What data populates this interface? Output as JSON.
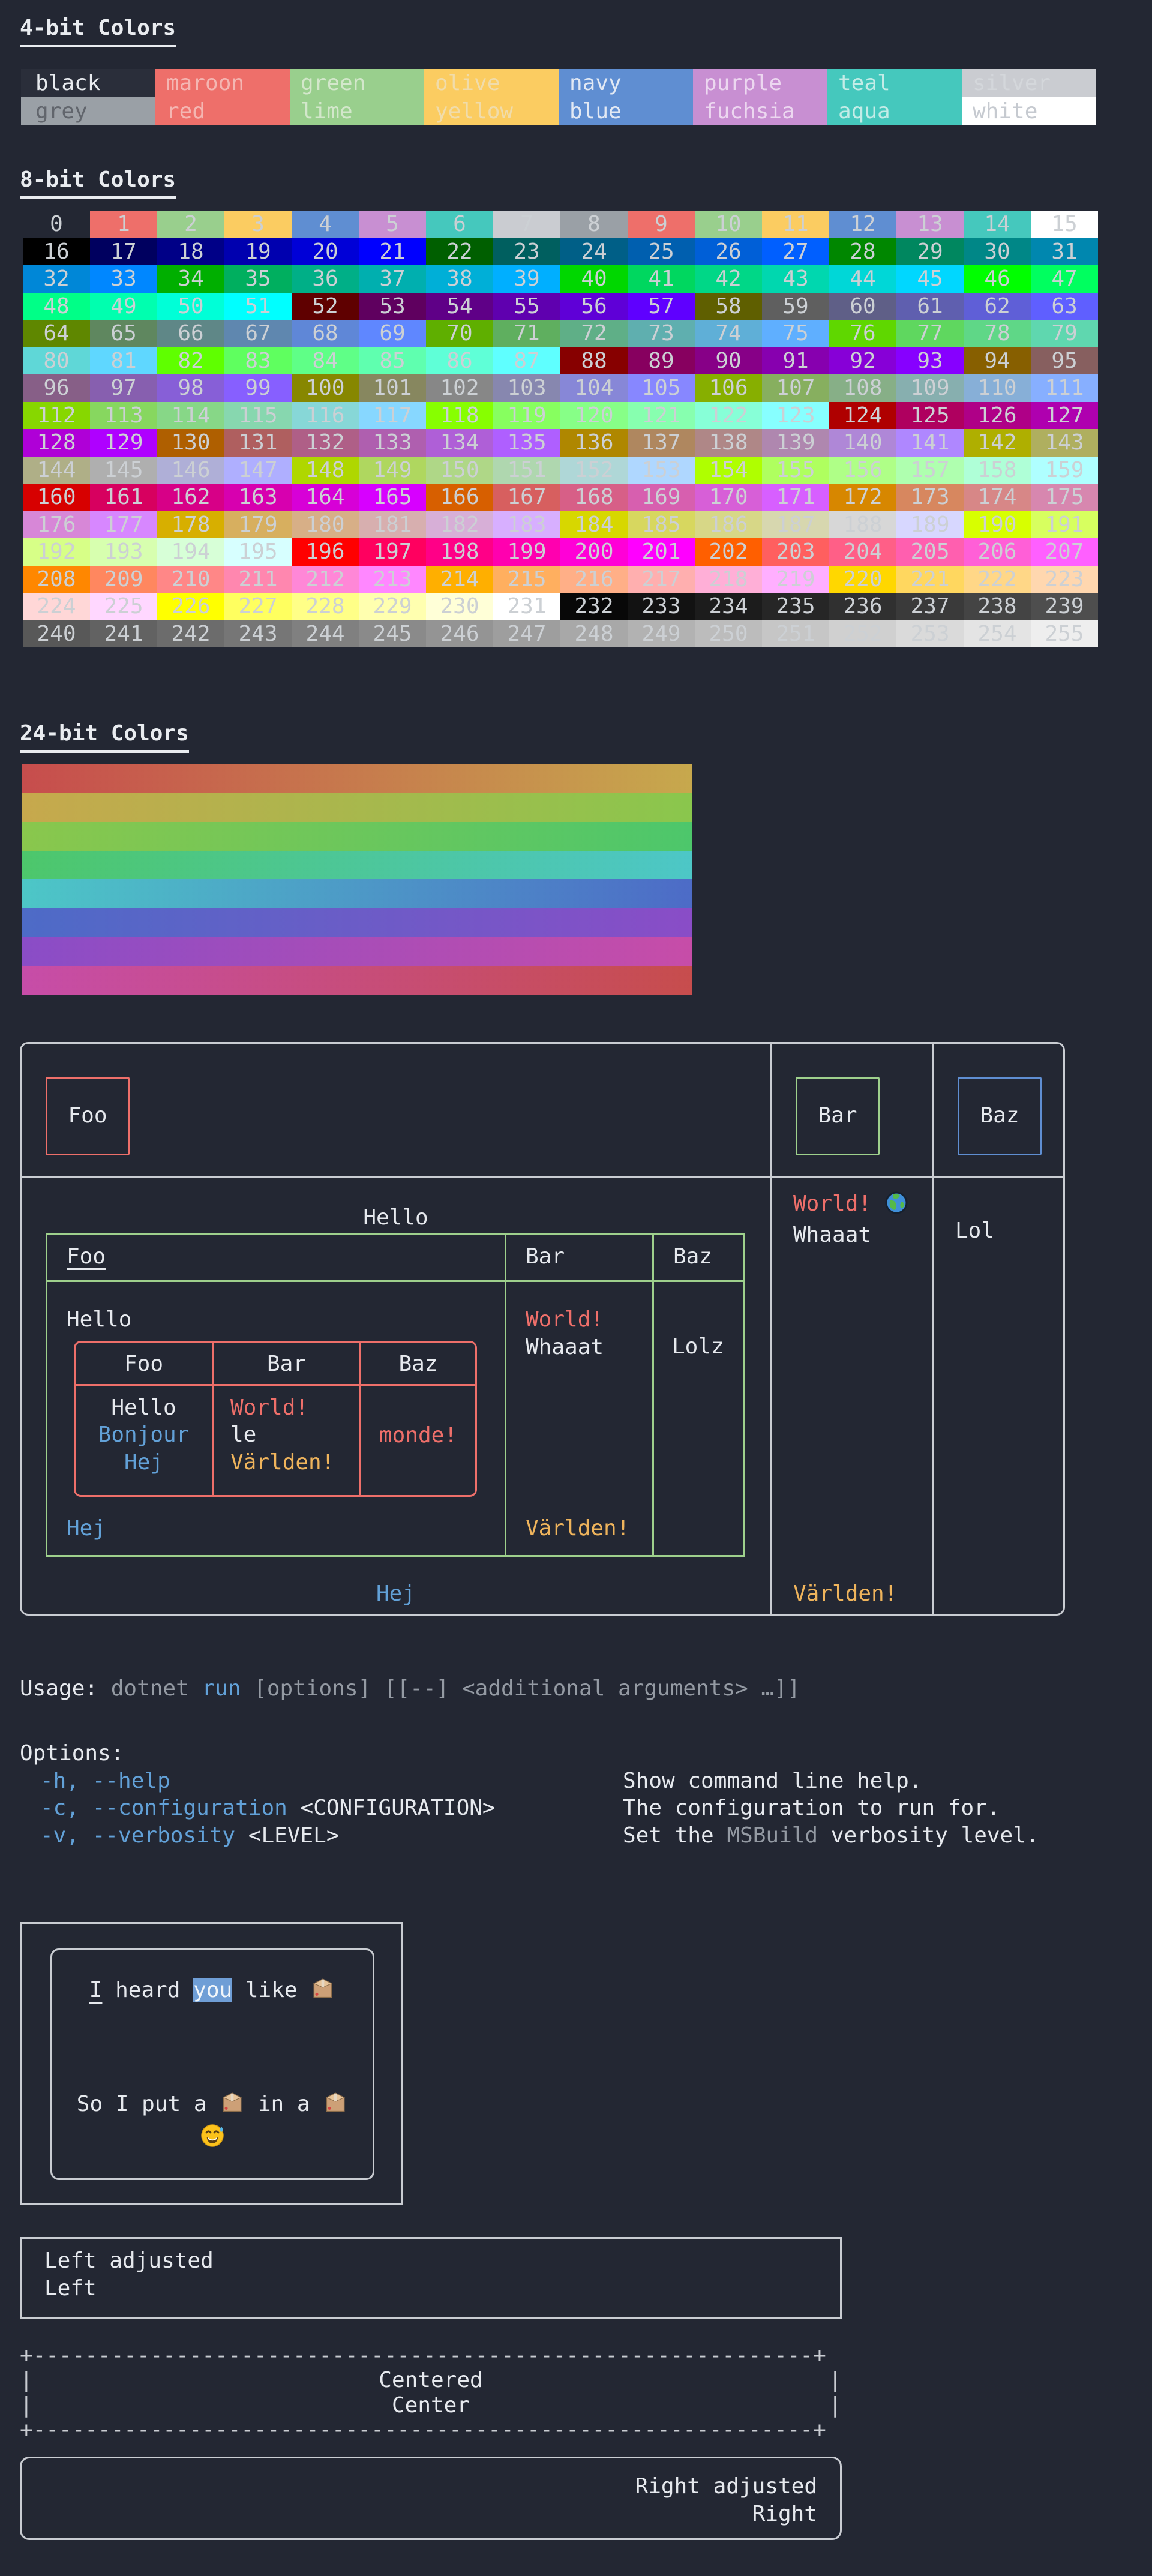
{
  "colors": {
    "background": "#232733",
    "foreground": "#e6e9ee",
    "muted_grey": "#949aa3",
    "accent_blue": "#62a1d8",
    "accent_red": "#ee6f6a",
    "accent_yellow": "#efb45c",
    "border_grey": "#c9ccd2",
    "border_green": "#9ed08c",
    "border_blue": "#5f8ed2",
    "highlight_bg": "#6f9ed6",
    "grid_number_color": "#ccd0d4"
  },
  "four_bit": {
    "title": "4-bit Colors",
    "rows": [
      [
        {
          "label": "black",
          "bg": "#2a2e3a",
          "fg": "#e8ebef"
        },
        {
          "label": "maroon",
          "bg": "#ee6f6a",
          "fg": "#f4b6b2"
        },
        {
          "label": "green",
          "bg": "#99cf8d",
          "fg": "#d3e7cb"
        },
        {
          "label": "olive",
          "bg": "#fbcc61",
          "fg": "#f0dcab"
        },
        {
          "label": "navy",
          "bg": "#5f8ed2",
          "fg": "#e2e9f4"
        },
        {
          "label": "purple",
          "bg": "#c88fd2",
          "fg": "#ecd7f0"
        },
        {
          "label": "teal",
          "bg": "#45c8bd",
          "fg": "#c4ece7"
        },
        {
          "label": "silver",
          "bg": "#caccd1",
          "fg": "#d4d7db"
        }
      ],
      [
        {
          "label": "grey",
          "bg": "#9aa0a6",
          "fg": "#61656c"
        },
        {
          "label": "red",
          "bg": "#ee6f6a",
          "fg": "#f4b6b2"
        },
        {
          "label": "lime",
          "bg": "#99cf8d",
          "fg": "#d3e7cb"
        },
        {
          "label": "yellow",
          "bg": "#fbcc61",
          "fg": "#f0dcab"
        },
        {
          "label": "blue",
          "bg": "#5f8ed2",
          "fg": "#e2e9f4"
        },
        {
          "label": "fuchsia",
          "bg": "#c88fd2",
          "fg": "#ecd7f0"
        },
        {
          "label": "aqua",
          "bg": "#45c8bd",
          "fg": "#c4ece7"
        },
        {
          "label": "white",
          "bg": "#ffffff",
          "fg": "#c6cad0"
        }
      ]
    ]
  },
  "eight_bit": {
    "title": "8-bit Colors",
    "first_index": 0,
    "last_index": 255,
    "columns": 16,
    "number_color": "#ccd0d4",
    "palette16": [
      "#2a2e3a",
      "#ee6f6a",
      "#99cf8d",
      "#fbcc61",
      "#5f8ed2",
      "#c88fd2",
      "#45c8bd",
      "#caccd1",
      "#9aa0a6",
      "#ee6f6a",
      "#99cf8d",
      "#fbcc61",
      "#5f8ed2",
      "#c88fd2",
      "#45c8bd",
      "#ffffff"
    ]
  },
  "twenty_four_bit": {
    "title": "24-bit Colors",
    "bars": 8,
    "hue_start": 0,
    "hue_step": 45,
    "saturation": 52,
    "lightness": 54
  },
  "big_table": {
    "header_panels": [
      {
        "label": "Foo",
        "border_color": "#ee6f6a"
      },
      {
        "label": "Bar",
        "border_color": "#9ed08c"
      },
      {
        "label": "Baz",
        "border_color": "#5f8ed2"
      }
    ],
    "outer": {
      "hello": "Hello",
      "world": "World!",
      "whaaat": "Whaaat",
      "lol": "Lol",
      "hej": "Hej",
      "varlden": "Världen!"
    },
    "green_table": {
      "headers": [
        "Foo",
        "Bar",
        "Baz"
      ],
      "hello": "Hello",
      "world": "World!",
      "whaaat": "Whaaat",
      "lolz": "Lolz",
      "hej": "Hej",
      "varlden": "Världen!"
    },
    "red_table": {
      "headers": [
        "Foo",
        "Bar",
        "Baz"
      ],
      "col1_lines": [
        "Hello",
        "Bonjour",
        "Hej"
      ],
      "col2_lines": [
        "World!",
        "le",
        "Världen!"
      ],
      "col3": "monde!"
    }
  },
  "usage": {
    "label": "Usage:",
    "program": "dotnet",
    "command": "run",
    "arguments": "[options] [[--] <additional arguments> …]]"
  },
  "options_block": {
    "heading": "Options:",
    "items": [
      {
        "flags": "-h, --help",
        "arg": "",
        "desc_pre": "Show command line help.",
        "desc_em": "",
        "desc_post": ""
      },
      {
        "flags": "-c, --configuration",
        "arg": "<CONFIGURATION>",
        "desc_pre": "The configuration to run for.",
        "desc_em": "",
        "desc_post": ""
      },
      {
        "flags": "-v, --verbosity",
        "arg": "<LEVEL>",
        "desc_pre": "Set the ",
        "desc_em": "MSBuild",
        "desc_post": " verbosity level."
      }
    ]
  },
  "emojis": {
    "globe": "🌍",
    "package": "📦",
    "sweat_smile": "😅"
  },
  "emoji_panel": {
    "line1_i": "I",
    "line1_mid": " heard ",
    "line1_highlight": "you",
    "line1_post": " like ",
    "line2_a": "So I put a ",
    "line2_b": " in a "
  },
  "panels": {
    "left": {
      "line1": "Left adjusted",
      "line2": "Left"
    },
    "center": {
      "line1": "Centered",
      "line2": "Center"
    },
    "right": {
      "line1": "Right adjusted",
      "line2": "Right"
    },
    "ascii_border": {
      "corner": "+",
      "dash": "-",
      "side": "|",
      "inner_dashes": 60
    }
  }
}
